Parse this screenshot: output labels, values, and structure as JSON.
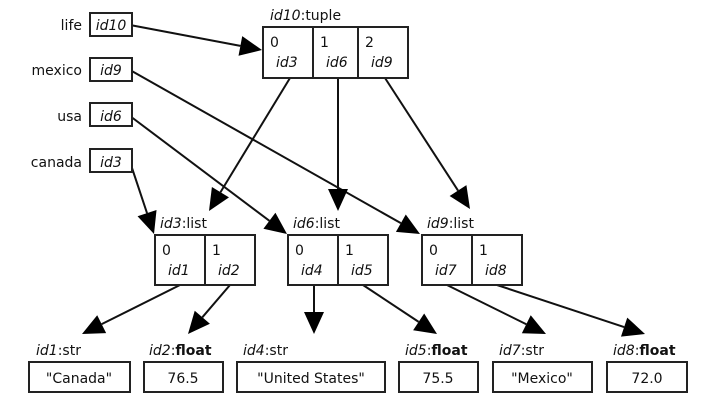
{
  "variables": [
    {
      "name": "life",
      "ref": "id10"
    },
    {
      "name": "mexico",
      "ref": "id9"
    },
    {
      "name": "usa",
      "ref": "id6"
    },
    {
      "name": "canada",
      "ref": "id3"
    }
  ],
  "tuple": {
    "id": "id10",
    "type": "tuple",
    "cells": [
      {
        "index": "0",
        "ref": "id3"
      },
      {
        "index": "1",
        "ref": "id6"
      },
      {
        "index": "2",
        "ref": "id9"
      }
    ]
  },
  "lists": [
    {
      "id": "id3",
      "type": "list",
      "cells": [
        {
          "index": "0",
          "ref": "id1"
        },
        {
          "index": "1",
          "ref": "id2"
        }
      ]
    },
    {
      "id": "id6",
      "type": "list",
      "cells": [
        {
          "index": "0",
          "ref": "id4"
        },
        {
          "index": "1",
          "ref": "id5"
        }
      ]
    },
    {
      "id": "id9",
      "type": "list",
      "cells": [
        {
          "index": "0",
          "ref": "id7"
        },
        {
          "index": "1",
          "ref": "id8"
        }
      ]
    }
  ],
  "values": [
    {
      "id": "id1",
      "type": "str",
      "value": "\"Canada\""
    },
    {
      "id": "id2",
      "type": "float",
      "value": "76.5"
    },
    {
      "id": "id4",
      "type": "str",
      "value": "\"United States\""
    },
    {
      "id": "id5",
      "type": "float",
      "value": "75.5"
    },
    {
      "id": "id7",
      "type": "str",
      "value": "\"Mexico\""
    },
    {
      "id": "id8",
      "type": "float",
      "value": "72.0"
    }
  ],
  "type_separator": ":"
}
